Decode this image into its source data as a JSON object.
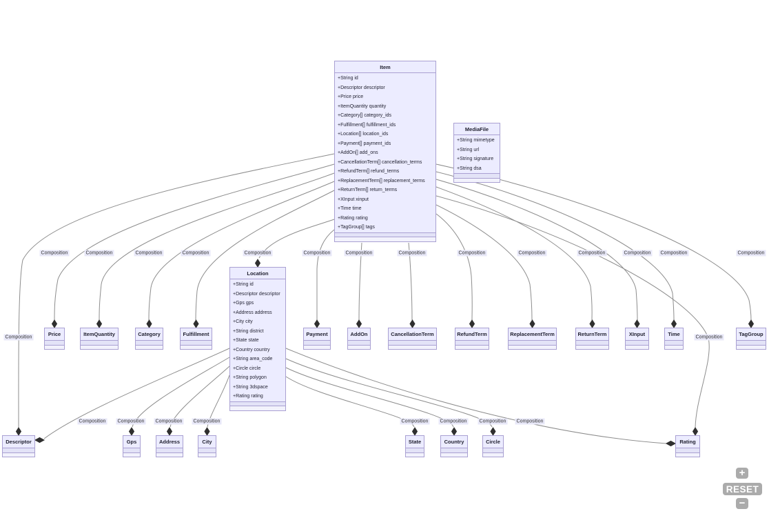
{
  "diagram": {
    "edge_relation_label": "Composition",
    "classes": [
      {
        "id": "item",
        "name": "Item",
        "attributes": [
          "+String id",
          "+Descriptor descriptor",
          "+Price price",
          "+ItemQuantity quantity",
          "+Category[] category_ids",
          "+Fulfillment[] fulfillment_ids",
          "+Location[] location_ids",
          "+Payment[] payment_ids",
          "+AddOn[] add_ons",
          "+CancellationTerm[] cancellation_terms",
          "+RefundTerm[] refund_terms",
          "+ReplacementTerm[] replacement_terms",
          "+ReturnTerm[] return_terms",
          "+XInput xinput",
          "+Time time",
          "+Rating rating",
          "+TagGroup[] tags"
        ]
      },
      {
        "id": "mediafile",
        "name": "MediaFile",
        "attributes": [
          "+String mimetype",
          "+String url",
          "+String signature",
          "+String dsa"
        ]
      },
      {
        "id": "location",
        "name": "Location",
        "attributes": [
          "+String id",
          "+Descriptor descriptor",
          "+Gps gps",
          "+Address address",
          "+City city",
          "+String district",
          "+State state",
          "+Country country",
          "+String area_code",
          "+Circle circle",
          "+String polygon",
          "+String 3dspace",
          "+Rating rating"
        ]
      },
      {
        "id": "price",
        "name": "Price",
        "attributes": []
      },
      {
        "id": "itemquantity",
        "name": "ItemQuantity",
        "attributes": []
      },
      {
        "id": "category",
        "name": "Category",
        "attributes": []
      },
      {
        "id": "fulfillment",
        "name": "Fulfillment",
        "attributes": []
      },
      {
        "id": "payment",
        "name": "Payment",
        "attributes": []
      },
      {
        "id": "addon",
        "name": "AddOn",
        "attributes": []
      },
      {
        "id": "cancellationterm",
        "name": "CancellationTerm",
        "attributes": []
      },
      {
        "id": "refundterm",
        "name": "RefundTerm",
        "attributes": []
      },
      {
        "id": "replacementterm",
        "name": "ReplacementTerm",
        "attributes": []
      },
      {
        "id": "returnterm",
        "name": "ReturnTerm",
        "attributes": []
      },
      {
        "id": "xinput",
        "name": "XInput",
        "attributes": []
      },
      {
        "id": "time",
        "name": "Time",
        "attributes": []
      },
      {
        "id": "taggroup",
        "name": "TagGroup",
        "attributes": []
      },
      {
        "id": "descriptor",
        "name": "Descriptor",
        "attributes": []
      },
      {
        "id": "gps",
        "name": "Gps",
        "attributes": []
      },
      {
        "id": "address",
        "name": "Address",
        "attributes": []
      },
      {
        "id": "city",
        "name": "City",
        "attributes": []
      },
      {
        "id": "state",
        "name": "State",
        "attributes": []
      },
      {
        "id": "country",
        "name": "Country",
        "attributes": []
      },
      {
        "id": "circle",
        "name": "Circle",
        "attributes": []
      },
      {
        "id": "rating",
        "name": "Rating",
        "attributes": []
      }
    ],
    "edges": [
      {
        "from": "item",
        "to": "descriptor",
        "label": "Composition"
      },
      {
        "from": "item",
        "to": "price",
        "label": "Composition"
      },
      {
        "from": "item",
        "to": "itemquantity",
        "label": "Composition"
      },
      {
        "from": "item",
        "to": "category",
        "label": "Composition"
      },
      {
        "from": "item",
        "to": "fulfillment",
        "label": "Composition"
      },
      {
        "from": "item",
        "to": "location",
        "label": "Composition"
      },
      {
        "from": "item",
        "to": "payment",
        "label": "Composition"
      },
      {
        "from": "item",
        "to": "addon",
        "label": "Composition"
      },
      {
        "from": "item",
        "to": "cancellationterm",
        "label": "Composition"
      },
      {
        "from": "item",
        "to": "refundterm",
        "label": "Composition"
      },
      {
        "from": "item",
        "to": "replacementterm",
        "label": "Composition"
      },
      {
        "from": "item",
        "to": "returnterm",
        "label": "Composition"
      },
      {
        "from": "item",
        "to": "xinput",
        "label": "Composition"
      },
      {
        "from": "item",
        "to": "time",
        "label": "Composition"
      },
      {
        "from": "item",
        "to": "taggroup",
        "label": "Composition"
      },
      {
        "from": "item",
        "to": "rating",
        "label": "Composition"
      },
      {
        "from": "location",
        "to": "descriptor",
        "label": "Composition"
      },
      {
        "from": "location",
        "to": "gps",
        "label": "Composition"
      },
      {
        "from": "location",
        "to": "address",
        "label": "Composition"
      },
      {
        "from": "location",
        "to": "city",
        "label": "Composition"
      },
      {
        "from": "location",
        "to": "state",
        "label": "Composition"
      },
      {
        "from": "location",
        "to": "country",
        "label": "Composition"
      },
      {
        "from": "location",
        "to": "circle",
        "label": "Composition"
      },
      {
        "from": "location",
        "to": "rating",
        "label": "Composition"
      }
    ]
  },
  "controls": {
    "zoom_in": "+",
    "reset": "RESET",
    "zoom_out": "−"
  },
  "colors": {
    "node_fill": "#ECECFF",
    "node_border": "#A9A0D2",
    "edge_line": "#8C8C8C",
    "diamond": "#2F2F2F",
    "edge_label_bg": "#E8E8F8",
    "control_bg": "#ABABAB",
    "control_fg": "#FFFFFF"
  }
}
